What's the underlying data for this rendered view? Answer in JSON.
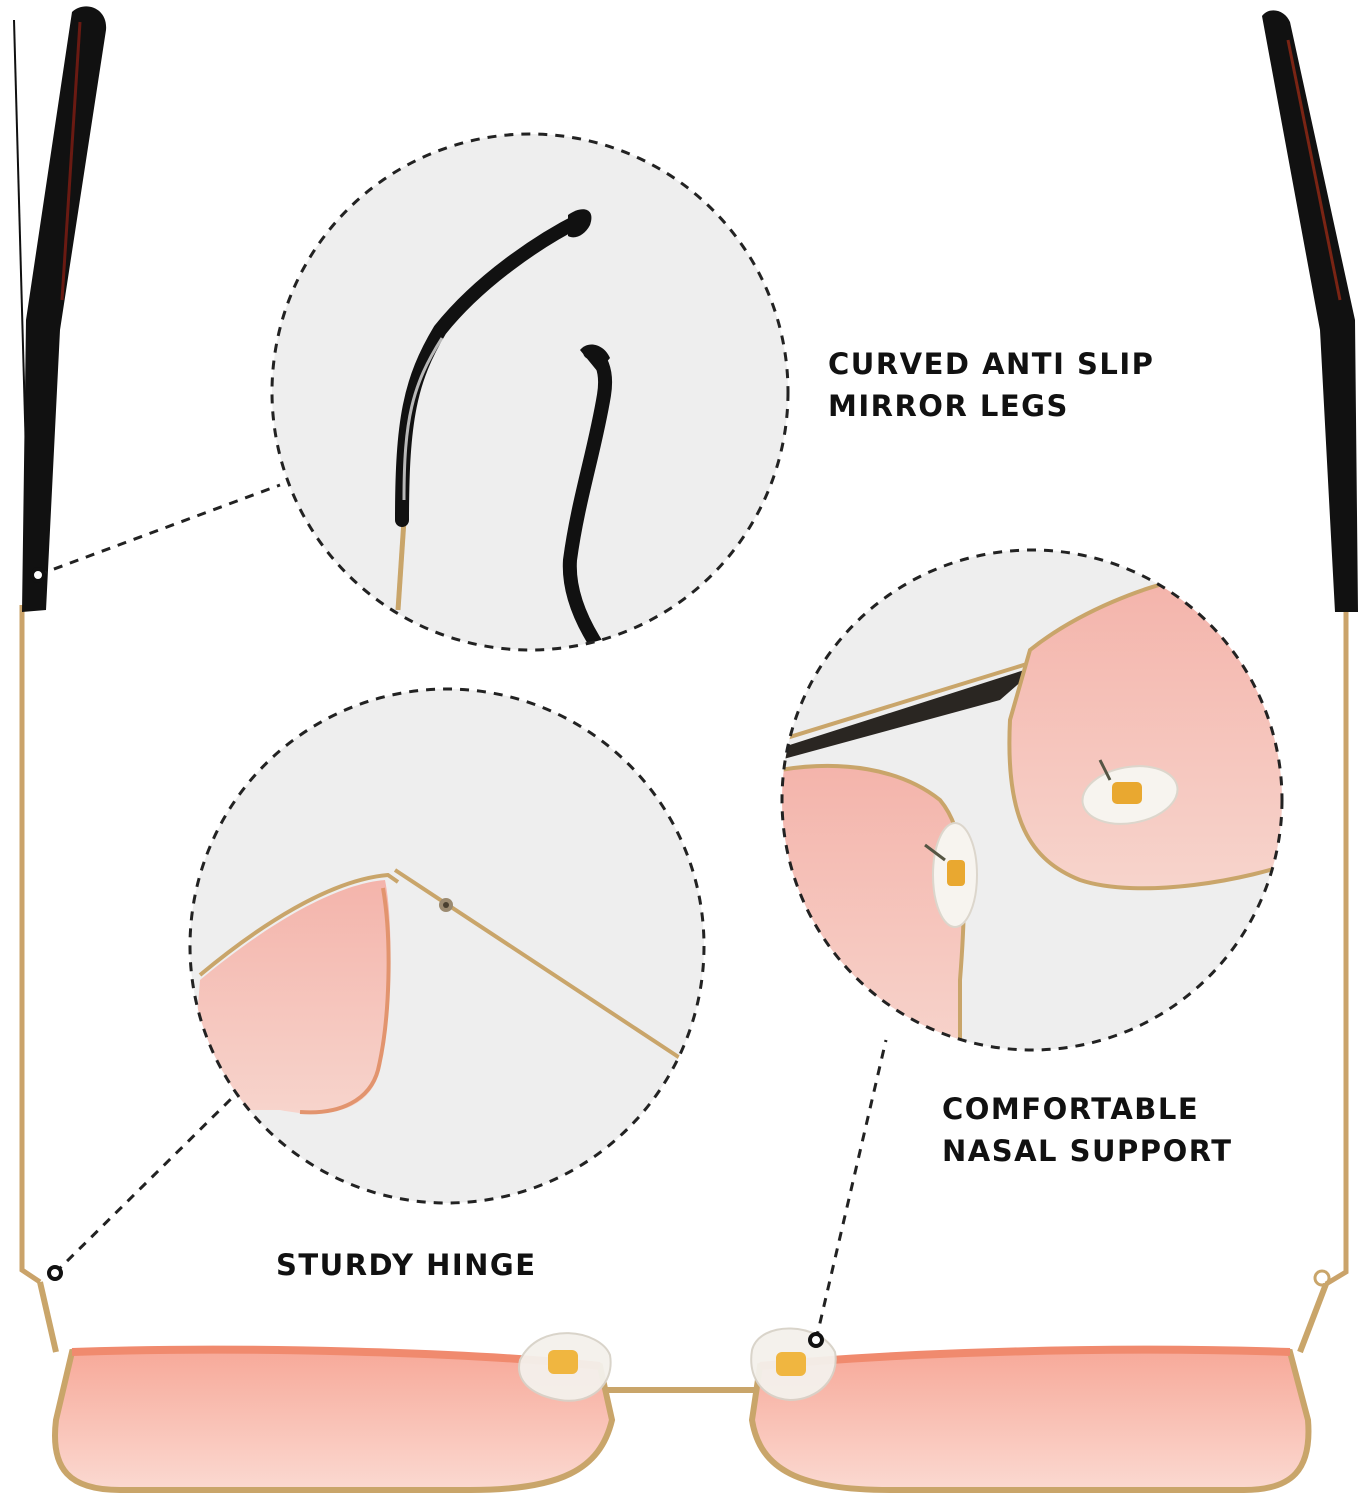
{
  "callouts": {
    "legs": {
      "line1": "CURVED ANTI SLIP",
      "line2": "MIRROR LEGS"
    },
    "nasal": {
      "line1": "COMFORTABLE",
      "line2": "NASAL SUPPORT"
    },
    "hinge": {
      "line1": "STURDY HINGE"
    }
  },
  "colors": {
    "lens_tint": "#f4b5ae",
    "frame_gold": "#c9a56a",
    "temple_tip": "#111111",
    "zoom_bg": "#eeeeee",
    "dashed_outline": "#222222"
  }
}
